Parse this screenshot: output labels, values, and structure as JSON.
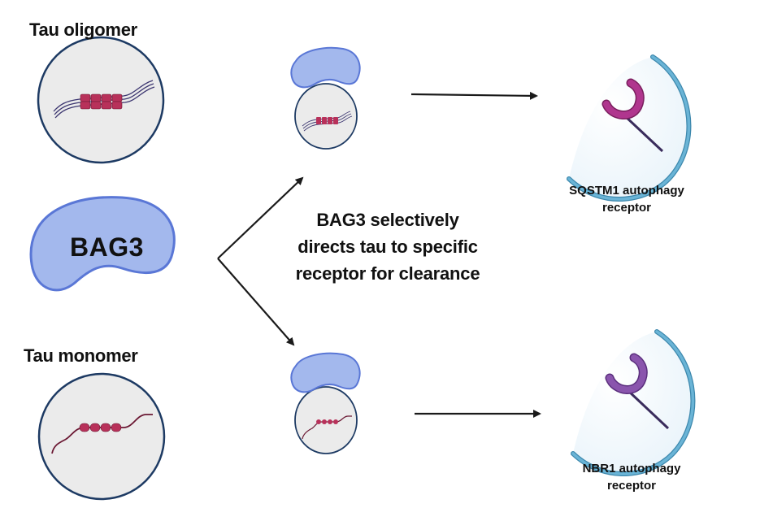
{
  "diagram": {
    "title_oligomer": "Tau oligomer",
    "title_monomer": "Tau monomer",
    "bag3_label": "BAG3",
    "center_text": {
      "line1": "BAG3 selectively",
      "line2": "directs tau to specific",
      "line3": "receptor for clearance"
    },
    "receptor_top": {
      "line1": "SQSTM1 autophagy",
      "line2": "receptor"
    },
    "receptor_bottom": {
      "line1": "NBR1 autophagy",
      "line2": "receptor"
    }
  },
  "colors": {
    "bag3_fill": "#a3b8ed",
    "bag3_stroke": "#5a77d6",
    "cell_fill": "#ebebeb",
    "cell_stroke": "#1d3a63",
    "tau_red": "#b8315a",
    "tau_dark": "#6b1833",
    "tau_strand": "#3c3670",
    "membrane": "#5aa6c8",
    "sqstm1": "#b0368e",
    "nbr1": "#8a55ad",
    "stalk": "#3a2c5c",
    "arrow": "#1a1a1a"
  }
}
